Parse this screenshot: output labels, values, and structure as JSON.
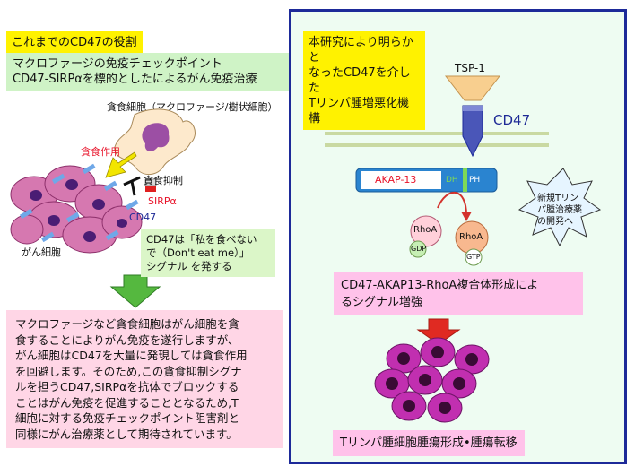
{
  "left": {
    "title": "これまでのCD47の役割",
    "subtitle_line1": "マクロファージの免疫チェックポイント",
    "subtitle_line2": "CD47-SIRPαを標的としたによるがん免疫治療",
    "phagocyte_label": "貪食細胞（マクロファージ/樹状細胞）",
    "phagocytosis_label": "貪食作用",
    "inhibit_label": "貪食抑制",
    "sirpa_label": "SIRPα",
    "cd47_label": "CD47",
    "cancer_label": "がん細胞",
    "dont_eat_line1": "CD47は「私を食べない",
    "dont_eat_line2": "で（Don't eat me）」",
    "dont_eat_line3": "シグナル を発する",
    "body_lines": [
      "マクロファージなど貪食細胞はがん細胞を貪",
      "食することによりがん免疫を遂行しますが、",
      "がん細胞はCD47を大量に発現しては貪食作用",
      "を回避します。そのため,この貪食抑制シグナ",
      "ルを担うCD47,SIRPαを抗体でブロックする",
      "ことはがん免疫を促進することとなるため,T",
      "細胞に対する免疫チェックポイント阻害剤と",
      "同様にがん治療薬として期待されています。"
    ]
  },
  "right": {
    "title_line1": "本研究により明らかと",
    "title_line2": "なったCD47を介した",
    "title_line3": "Tリンパ腫増悪化機構",
    "tsp1": "TSP-1",
    "cd47": "CD47",
    "akap13": "AKAP-13",
    "dh": "DH",
    "ph": "PH",
    "rhoa1": "RhoA",
    "gdp": "GDP",
    "rhoa2": "RhoA",
    "gtp": "GTP",
    "star_line1": "新規Tリン",
    "star_line2": "パ腫治療薬",
    "star_line3": "の開発へ",
    "complex_line1": "CD47-AKAP13-RhoA複合体形成によ",
    "complex_line2": "るシグナル増強",
    "bottom": "Tリンパ腫細胞腫瘍形成•腫瘍転移"
  },
  "colors": {
    "frame_blue": "#1d2a99",
    "yellow": "#fff200",
    "green_box": "#cff3c6",
    "pink_box": "#ffd6e6",
    "cancer_cell": "#d678b0",
    "lymphoma_cell": "#c12fb0"
  }
}
